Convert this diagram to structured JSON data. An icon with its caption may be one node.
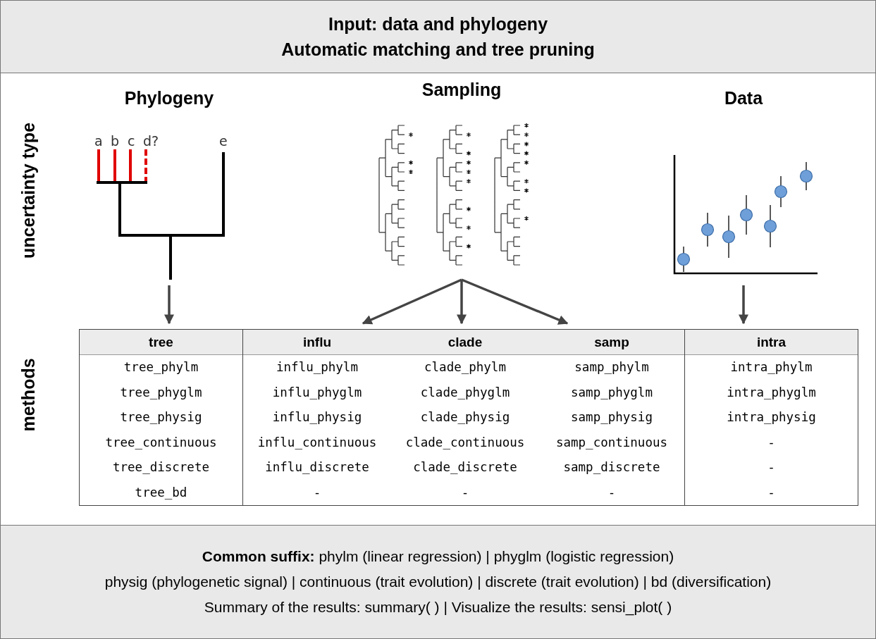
{
  "diagram": {
    "nodes": [
      {
        "text": [
          "Input: data and phylogeny",
          "Automatic matching and tree pruning"
        ]
      },
      {
        "text": [
          "Phylogeny"
        ]
      },
      {
        "text": [
          "Sampling"
        ]
      },
      {
        "text": [
          "Data"
        ]
      },
      {
        "text": [
          "tree",
          "tree_phylm",
          "tree_phyglm",
          "tree_physig",
          "tree_continuous",
          "tree_discrete",
          "tree_bd"
        ]
      },
      {
        "text": [
          "influ",
          "influ_phylm",
          "influ_phyglm",
          "influ_physig",
          "influ_continuous",
          "influ_discrete",
          "-"
        ]
      },
      {
        "text": [
          "clade",
          "clade_phylm",
          "clade_phyglm",
          "clade_physig",
          "clade_continuous",
          "clade_discrete",
          "-"
        ]
      },
      {
        "text": [
          "samp",
          "samp_phylm",
          "samp_phyglm",
          "samp_physig",
          "samp_continuous",
          "samp_discrete",
          "-"
        ]
      },
      {
        "text": [
          "intra",
          "intra_phylm",
          "intra_phyglm",
          "intra_physig",
          "-",
          "-",
          "-"
        ]
      },
      {
        "text": [
          "**Common suffix:** phylm (linear regression) | phyglm (logistic regression)",
          "physig (phylogenetic signal) | continuous (trait evolution) | discrete (trait evolution) | bd (diversification)",
          "Summary of the results: summary( ) | Visualize the results: sensi_plot( )"
        ]
      }
    ],
    "edges": [
      {
        "from": 1,
        "to": 4,
        "arrow": "to"
      },
      {
        "from": 2,
        "to": 5,
        "arrow": "to"
      },
      {
        "from": 2,
        "to": 6,
        "arrow": "to"
      },
      {
        "from": 2,
        "to": 7,
        "arrow": "to"
      },
      {
        "from": 3,
        "to": 8,
        "arrow": "to"
      }
    ],
    "labels": [
      "uncertainty type",
      "a",
      "b",
      "c",
      "d?",
      "e",
      "methods"
    ]
  }
}
